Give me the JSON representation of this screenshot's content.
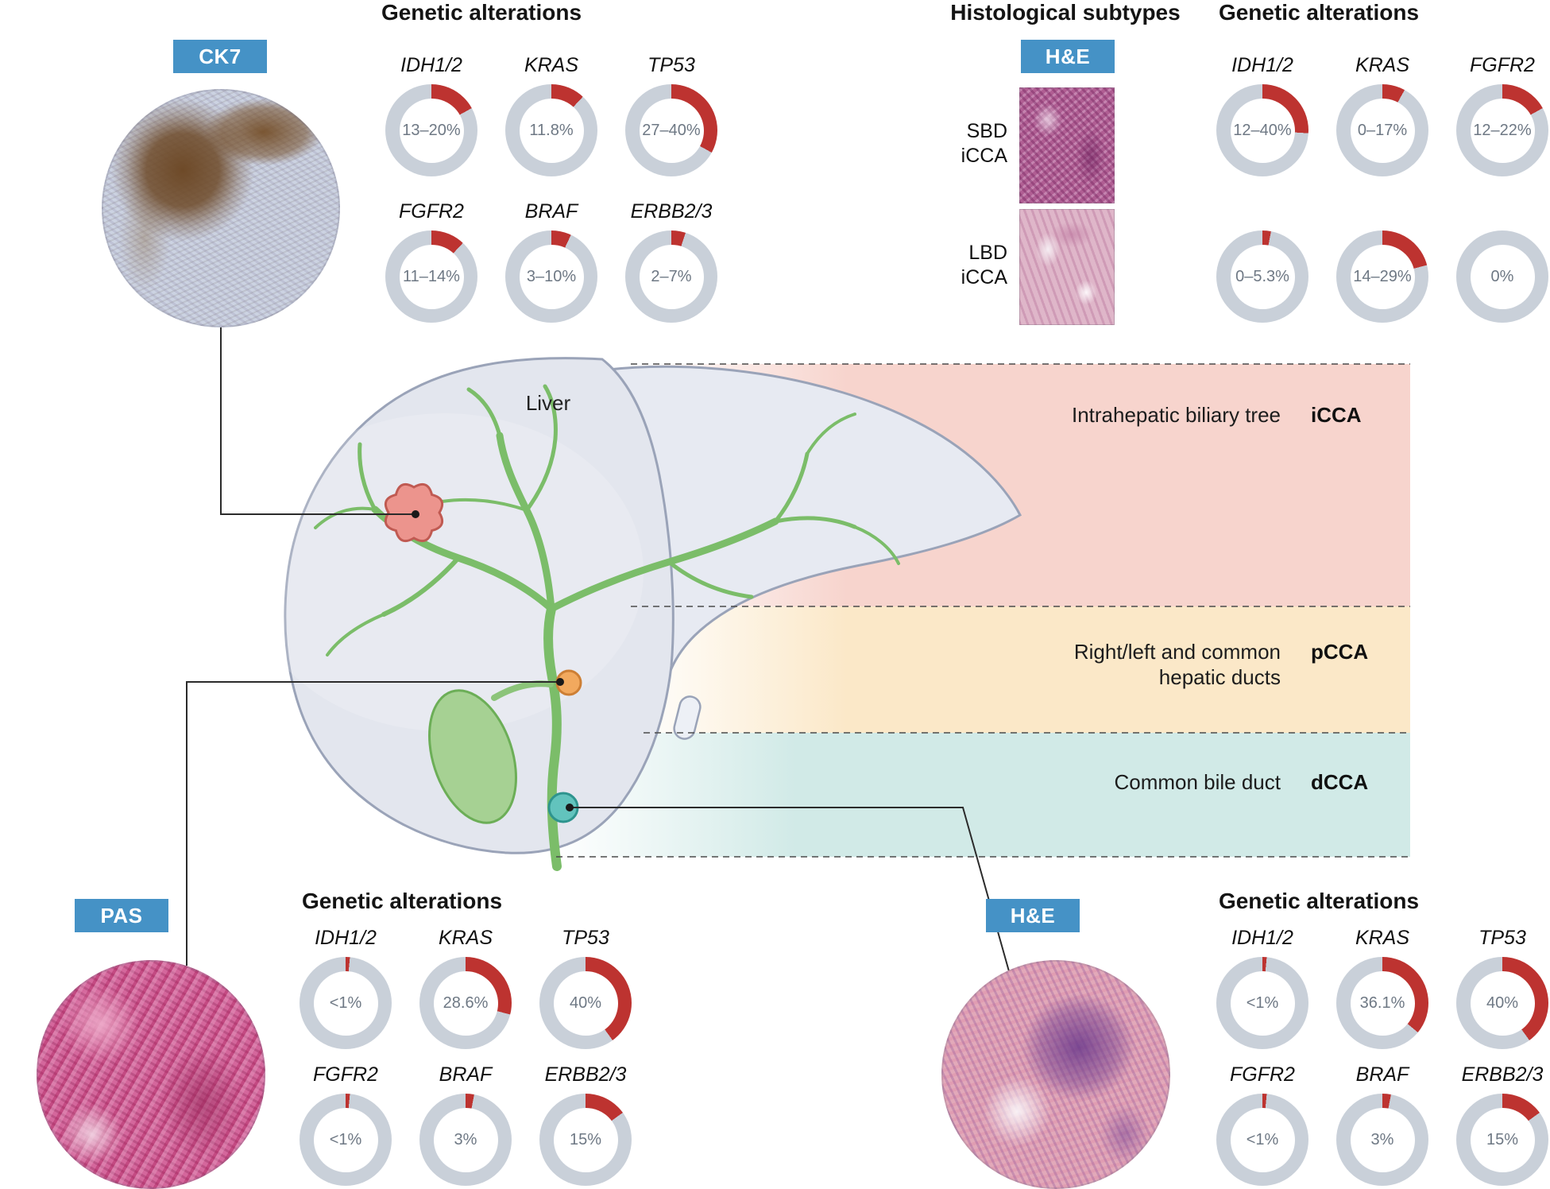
{
  "colors": {
    "accent_blue": "#4592c6",
    "donut_arc": "#bd3330",
    "donut_track": "#c9d0d9",
    "band_icca": "#f7d4cd",
    "band_pcca": "#fbe8c8",
    "band_dcca": "#d1eae7"
  },
  "liver_label": "Liver",
  "stains": {
    "ck7": "CK7",
    "pas": "PAS",
    "he_bottom": "H&E"
  },
  "bands": [
    {
      "description": "Intrahepatic biliary tree",
      "abbr": "iCCA"
    },
    {
      "description": "Right/left and common hepatic ducts",
      "abbr": "pCCA"
    },
    {
      "description": "Common bile duct",
      "abbr": "dCCA"
    }
  ],
  "histology_subtypes": {
    "title": "Histological subtypes",
    "stain": "H&E",
    "rows": [
      {
        "line1": "SBD",
        "line2": "iCCA"
      },
      {
        "line1": "LBD",
        "line2": "iCCA"
      }
    ]
  },
  "panels": {
    "icca_ihc": {
      "title": "Genetic alterations",
      "donuts": [
        {
          "gene": "IDH1/2",
          "value": "13–20%",
          "arc": 17
        },
        {
          "gene": "KRAS",
          "value": "11.8%",
          "arc": 12
        },
        {
          "gene": "TP53",
          "value": "27–40%",
          "arc": 33
        },
        {
          "gene": "FGFR2",
          "value": "11–14%",
          "arc": 12
        },
        {
          "gene": "BRAF",
          "value": "3–10%",
          "arc": 7
        },
        {
          "gene": "ERBB2/3",
          "value": "2–7%",
          "arc": 5
        }
      ]
    },
    "icca_subtypes": {
      "title": "Genetic alterations",
      "donuts": [
        {
          "gene": "IDH1/2",
          "value": "12–40%",
          "arc": 26
        },
        {
          "gene": "KRAS",
          "value": "0–17%",
          "arc": 8
        },
        {
          "gene": "FGFR2",
          "value": "12–22%",
          "arc": 17
        },
        {
          "gene": "",
          "value": "0–5.3%",
          "arc": 3
        },
        {
          "gene": "",
          "value": "14–29%",
          "arc": 21
        },
        {
          "gene": "",
          "value": "0%",
          "arc": 0
        }
      ]
    },
    "pcca": {
      "title": "Genetic alterations",
      "donuts": [
        {
          "gene": "IDH1/2",
          "value": "<1%",
          "arc": 1.5
        },
        {
          "gene": "KRAS",
          "value": "28.6%",
          "arc": 29
        },
        {
          "gene": "TP53",
          "value": "40%",
          "arc": 40
        },
        {
          "gene": "FGFR2",
          "value": "<1%",
          "arc": 1.5
        },
        {
          "gene": "BRAF",
          "value": "3%",
          "arc": 3
        },
        {
          "gene": "ERBB2/3",
          "value": "15%",
          "arc": 15
        }
      ]
    },
    "dcca": {
      "title": "Genetic alterations",
      "donuts": [
        {
          "gene": "IDH1/2",
          "value": "<1%",
          "arc": 1.5
        },
        {
          "gene": "KRAS",
          "value": "36.1%",
          "arc": 36
        },
        {
          "gene": "TP53",
          "value": "40%",
          "arc": 40
        },
        {
          "gene": "FGFR2",
          "value": "<1%",
          "arc": 1.5
        },
        {
          "gene": "BRAF",
          "value": "3%",
          "arc": 3
        },
        {
          "gene": "ERBB2/3",
          "value": "15%",
          "arc": 15
        }
      ]
    }
  },
  "chart_data": [
    {
      "type": "pie",
      "title": "Genetic alterations (iCCA)",
      "labels": [
        "IDH1/2",
        "KRAS",
        "TP53",
        "FGFR2",
        "BRAF",
        "ERBB2/3"
      ],
      "values": [
        "13–20%",
        "11.8%",
        "27–40%",
        "11–14%",
        "3–10%",
        "2–7%"
      ]
    },
    {
      "type": "pie",
      "title": "Genetic alterations (iCCA histological subtypes)",
      "labels": [
        "IDH1/2",
        "KRAS",
        "FGFR2",
        "",
        "",
        ""
      ],
      "values": [
        "12–40%",
        "0–17%",
        "12–22%",
        "0–5.3%",
        "14–29%",
        "0%"
      ]
    },
    {
      "type": "pie",
      "title": "Genetic alterations (pCCA)",
      "labels": [
        "IDH1/2",
        "KRAS",
        "TP53",
        "FGFR2",
        "BRAF",
        "ERBB2/3"
      ],
      "values": [
        "<1%",
        "28.6%",
        "40%",
        "<1%",
        "3%",
        "15%"
      ]
    },
    {
      "type": "pie",
      "title": "Genetic alterations (dCCA)",
      "labels": [
        "IDH1/2",
        "KRAS",
        "TP53",
        "FGFR2",
        "BRAF",
        "ERBB2/3"
      ],
      "values": [
        "<1%",
        "36.1%",
        "40%",
        "<1%",
        "3%",
        "15%"
      ]
    }
  ]
}
